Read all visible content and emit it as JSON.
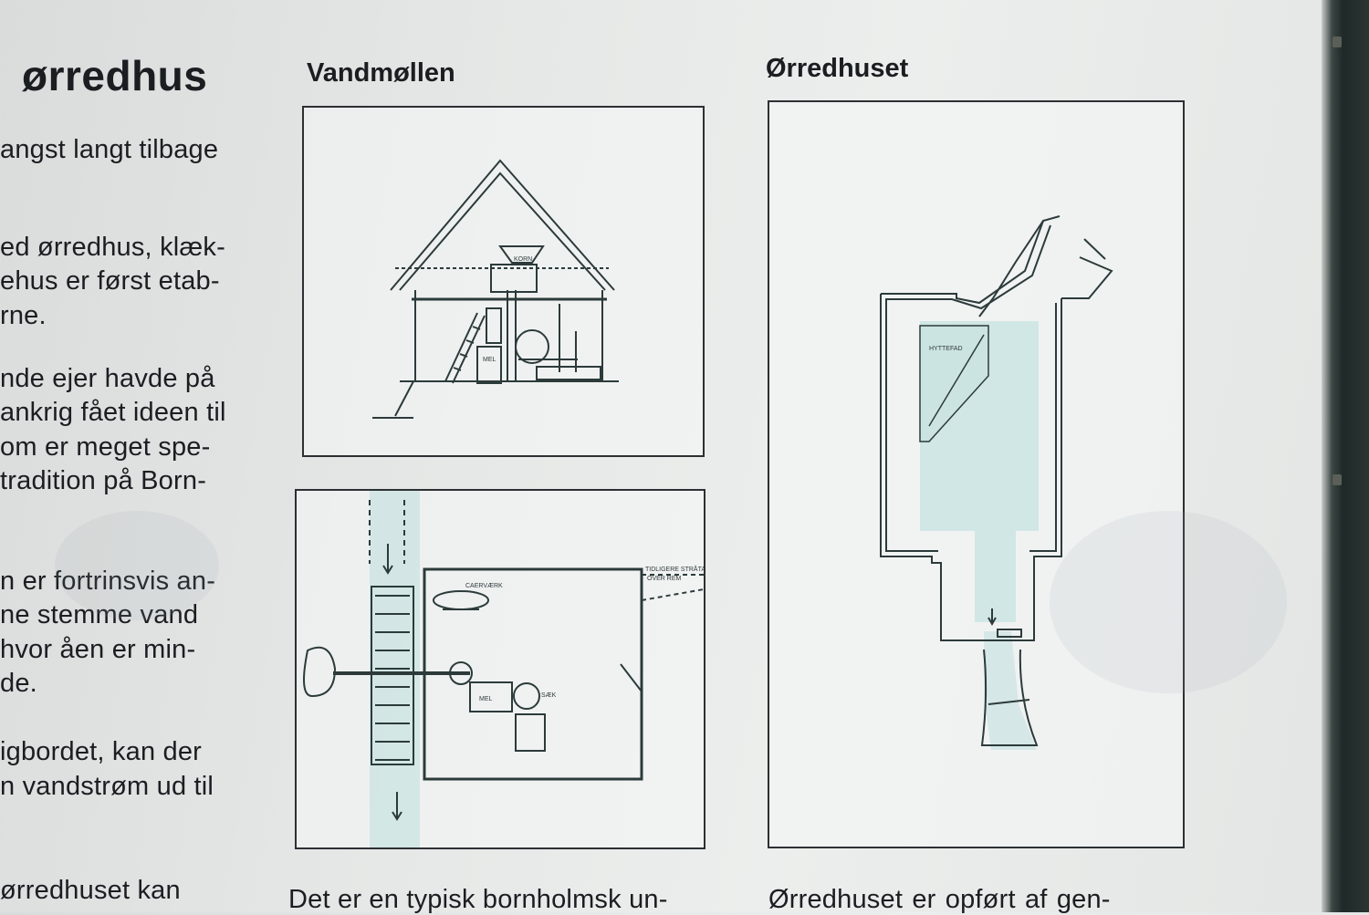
{
  "left_column": {
    "title": "ørredhus",
    "lines": [
      "angst langt tilbage",
      "ed ørredhus, klæk-",
      "ehus er først etab-",
      "rne.",
      "nde ejer havde på",
      "ankrig fået ideen til",
      "om er meget spe-",
      "tradition på Born-",
      "n er fortrinsvis an-",
      "ne stemme vand",
      "hvor åen er min-",
      "de.",
      "igbordet, kan der",
      "n vandstrøm ud til",
      "ørredhuset  kan"
    ]
  },
  "middle_column": {
    "title": "Vandmøllen",
    "caption": "Det er en typisk bornholmsk un-",
    "section_labels": {
      "korn": "KORN",
      "mel": "MEL"
    },
    "plan_labels": {
      "kaervaerk": "CAERVÆRK",
      "tidligere_stratag": "TIDLIGERE STRÅTAG",
      "over_rem": "OVER REM",
      "mel": "MEL",
      "saek": "SÆK"
    }
  },
  "right_column": {
    "title": "Ørredhuset",
    "caption": "Ørredhuset   er   opført   af   gen-",
    "plan_labels": {
      "hyttefad": "HYTTEFAD"
    }
  }
}
